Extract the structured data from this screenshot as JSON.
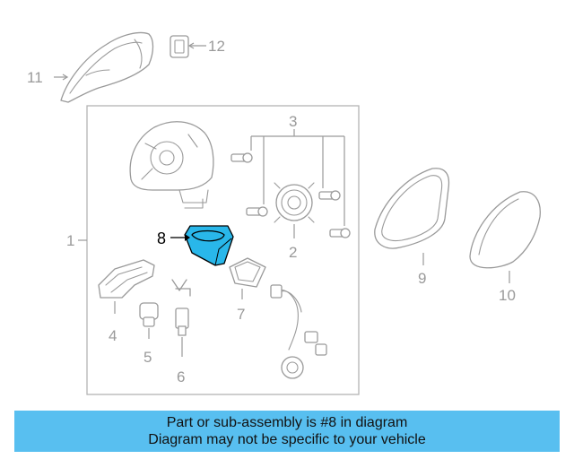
{
  "diagram": {
    "callouts": {
      "c1": "1",
      "c2": "2",
      "c3": "3",
      "c4": "4",
      "c5": "5",
      "c6": "6",
      "c7": "7",
      "c8": "8",
      "c9": "9",
      "c10": "10",
      "c11": "11",
      "c12": "12"
    },
    "highlight_part": "8",
    "colors": {
      "highlight_fill": "#29b7ea",
      "line": "#9a9a9a",
      "banner": "#58bff0"
    }
  },
  "banner": {
    "line1": "Part or sub-assembly is #8 in diagram",
    "line2": "Diagram may not be specific to your vehicle"
  }
}
